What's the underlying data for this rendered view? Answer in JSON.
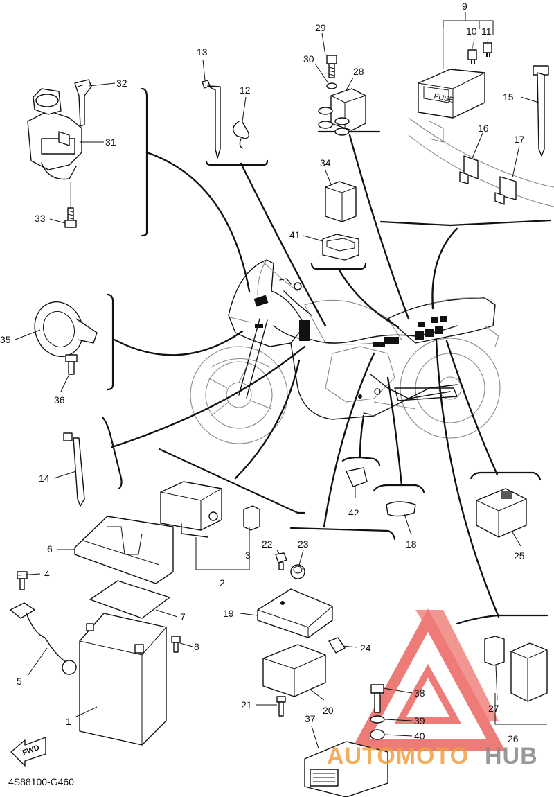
{
  "diagram_code": "4S88100-G460",
  "fwd_label": "FWD",
  "fuse_label": "FUSE",
  "watermark": {
    "part1": "AUTOMOTO",
    "part2": "HUB",
    "color1": "#f0a040",
    "color2": "#888888",
    "triangle_color": "#e8504a"
  },
  "callouts": [
    "1",
    "2",
    "3",
    "4",
    "5",
    "6",
    "7",
    "8",
    "9",
    "10",
    "11",
    "12",
    "13",
    "14",
    "15",
    "16",
    "17",
    "18",
    "19",
    "20",
    "21",
    "22",
    "23",
    "24",
    "25",
    "26",
    "27",
    "28",
    "29",
    "30",
    "31",
    "32",
    "33",
    "34",
    "35",
    "36",
    "37",
    "38",
    "39",
    "40",
    "41",
    "42"
  ]
}
